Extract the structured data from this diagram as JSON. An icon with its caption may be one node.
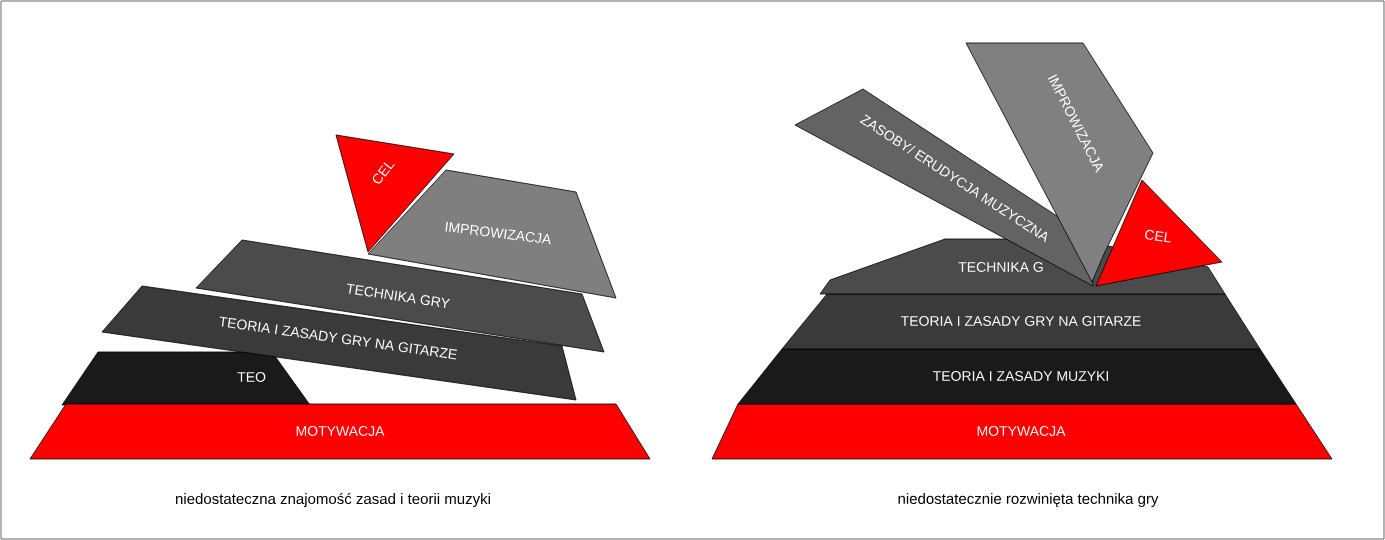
{
  "diagram": {
    "nodes": [
      {
        "text": [
          "CEL"
        ]
      },
      {
        "text": [
          "IMPROWIZACJA"
        ]
      },
      {
        "text": [
          "TECHNIKA GRY"
        ]
      },
      {
        "text": [
          "TEORIA I ZASADY GRY NA GITARZE"
        ]
      },
      {
        "text": [
          "TEO"
        ]
      },
      {
        "text": [
          "MOTYWACJA"
        ]
      },
      {
        "text": [
          "ZASOBY/ ERUDYCJA MUZYCZNA"
        ]
      },
      {
        "text": [
          "IMPROWIZACJA"
        ]
      },
      {
        "text": [
          "CEL"
        ]
      },
      {
        "text": [
          "TECHNIKA G"
        ]
      },
      {
        "text": [
          "TEORIA I ZASADY GRY NA GITARZE"
        ]
      },
      {
        "text": [
          "TEORIA I ZASADY MUZYKI"
        ]
      },
      {
        "text": [
          "MOTYWACJA"
        ]
      }
    ],
    "labels": [
      "niedostateczna znajomość zasad i teorii muzyki",
      "niedostatecznie rozwinięta technika gry"
    ]
  }
}
